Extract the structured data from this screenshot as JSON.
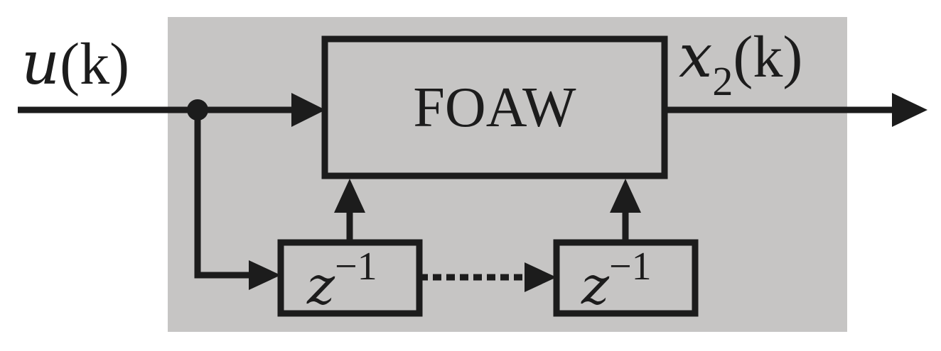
{
  "colors": {
    "stroke": "#1c1c1c",
    "background_panel": "#c6c5c4",
    "page": "#ffffff"
  },
  "diagram": {
    "input_label": {
      "var": "u",
      "arg": "(k)"
    },
    "output_label": {
      "var": "x",
      "sub": "2",
      "arg": "(k)"
    },
    "main_block": {
      "label": "FOAW"
    },
    "delay_blocks": [
      {
        "var": "z",
        "exp": "−1"
      },
      {
        "var": "z",
        "exp": "−1"
      }
    ]
  }
}
